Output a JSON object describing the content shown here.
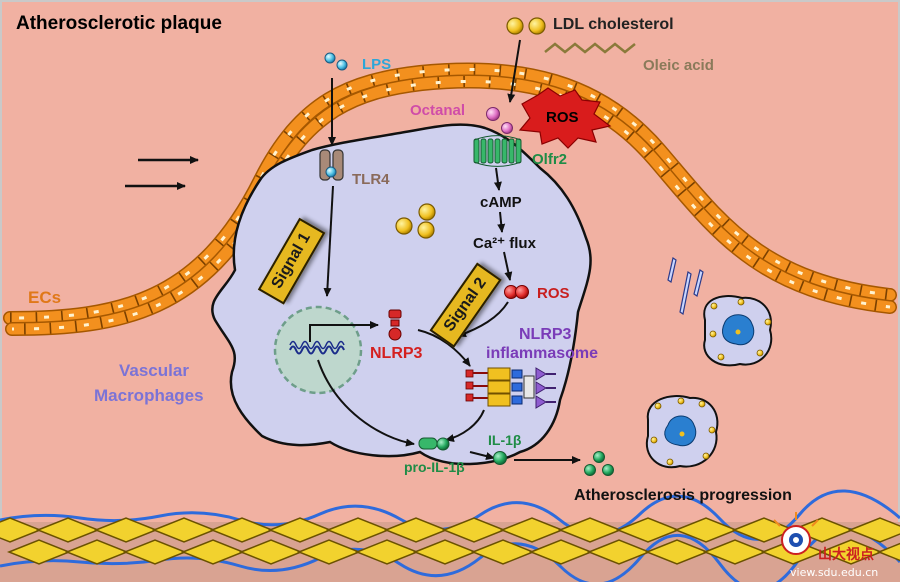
{
  "title": "Atherosclerotic plaque",
  "labels": {
    "ldl": "LDL cholesterol",
    "oleic": "Oleic acid",
    "lps": "LPS",
    "octanal": "Octanal",
    "ros_burst": "ROS",
    "olfr2": "Olfr2",
    "tlr4": "TLR4",
    "camp": "cAMP",
    "ca_flux": "Ca²⁺ flux",
    "ros": "ROS",
    "signal1": "Signal 1",
    "signal2": "Signal 2",
    "nlrp3": "NLRP3",
    "inflammasome_line1": "NLRP3",
    "inflammasome_line2": "inflammasome",
    "pro_il1b": "pro-IL-1β",
    "il1b": "IL-1β",
    "ecs": "ECs",
    "vascular_line1": "Vascular",
    "vascular_line2": "Macrophages",
    "progression": "Atherosclerosis progression"
  },
  "watermark": {
    "brand": "山大视点",
    "url": "view.sdu.edu.cn"
  },
  "colors": {
    "background": "#f1b1a2",
    "cell": "#cfd0ee",
    "endothelium": "#f08a1e",
    "signal_box": "#e6b820",
    "lps_text": "#2ea6d8",
    "octanal_text": "#d04ca8",
    "olfr2_text": "#1e8c46",
    "nlrp3_text": "#d42020",
    "inflammasome_text": "#7a3cb8",
    "ros_text": "#c81e1e",
    "il1b_text": "#1e8c46",
    "vascular_text": "#7b73d6",
    "ecs_text": "#e07818",
    "oleic_text": "#8a7a5a",
    "tlr4_text": "#8a6a5a"
  }
}
